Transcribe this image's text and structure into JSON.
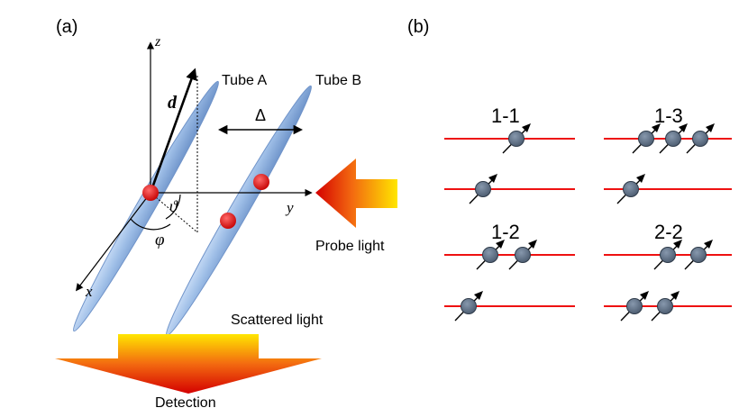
{
  "panel_a": {
    "label": "(a)",
    "axes": {
      "z": "z",
      "y": "y",
      "x": "x"
    },
    "dipole_label": "d",
    "theta_label": "ϑ",
    "phi_label": "φ",
    "tube_a_label": "Tube A",
    "tube_b_label": "Tube B",
    "spacing_label": "Δ",
    "probe_label": "Probe light",
    "scattered_label": "Scattered light",
    "detection_label": "Detection"
  },
  "panel_b": {
    "label": "(b)",
    "configurations": [
      {
        "label": "1-1",
        "top_spins": 1,
        "bottom_spins": 1
      },
      {
        "label": "1-3",
        "top_spins": 3,
        "bottom_spins": 1
      },
      {
        "label": "1-2",
        "top_spins": 2,
        "bottom_spins": 1
      },
      {
        "label": "2-2",
        "top_spins": 2,
        "bottom_spins": 2
      }
    ]
  },
  "colors": {
    "tube": "#9dbde6",
    "atom": "#e01010",
    "line": "#ee1111",
    "spin": "#5a6b80"
  }
}
